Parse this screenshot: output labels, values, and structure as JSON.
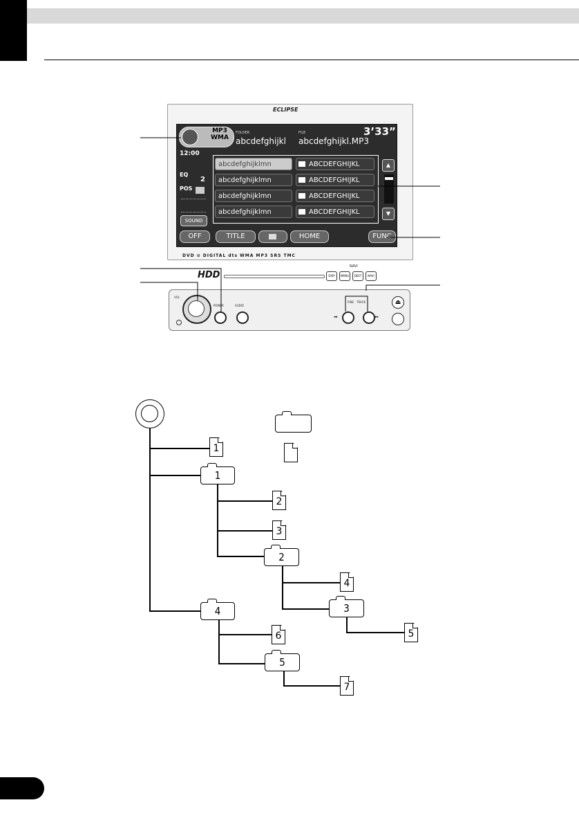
{
  "device": {
    "brand": "ECLIPSE",
    "screen": {
      "source_label": "MP3\nWMA",
      "folder_label": "FOLDER",
      "folder_name": "abcdefghijkl",
      "file_label": "FILE",
      "file_name": "abcdefghijkl.MP3",
      "play_time": "3’33”",
      "clock": "12:00",
      "eq_label": "EQ",
      "eq_value": "2",
      "pos_label": "POS",
      "sound_button": "SOUND",
      "file_list": [
        "abcdefghijklmn",
        "abcdefghijklmn",
        "abcdefghijklmn",
        "abcdefghijklmn"
      ],
      "folder_list": [
        "ABCDEFGHIJKL",
        "ABCDEFGHIJKL",
        "ABCDEFGHIJKL",
        "ABCDEFGHIJKL"
      ],
      "scroll_up": "▲",
      "scroll_down": "▼",
      "bottom_buttons": [
        "OFF",
        "TITLE",
        "HOME",
        "FUNC"
      ]
    },
    "logos": "DVD  ⊙  DIGITAL  dts  WMA  MP3  SRS  TMC",
    "hdd_label": "HDD",
    "navi_label": "NAVI",
    "navi_buttons": [
      "DISP",
      "MENU",
      "DEST",
      "NAVI"
    ],
    "vol_label": "VOL",
    "power_label": "POWER",
    "audio_label": "AUDIO",
    "fine_label": "FINE",
    "track_label": "TRACK"
  },
  "tree": {
    "legend_folder": "",
    "legend_file": "",
    "folders": [
      "1",
      "2",
      "3",
      "4",
      "5"
    ],
    "files": [
      "1",
      "2",
      "3",
      "4",
      "5",
      "6",
      "7"
    ]
  },
  "colors": {
    "screen_bg": "#2c2c2c",
    "header_band": "#d9d9d9"
  }
}
